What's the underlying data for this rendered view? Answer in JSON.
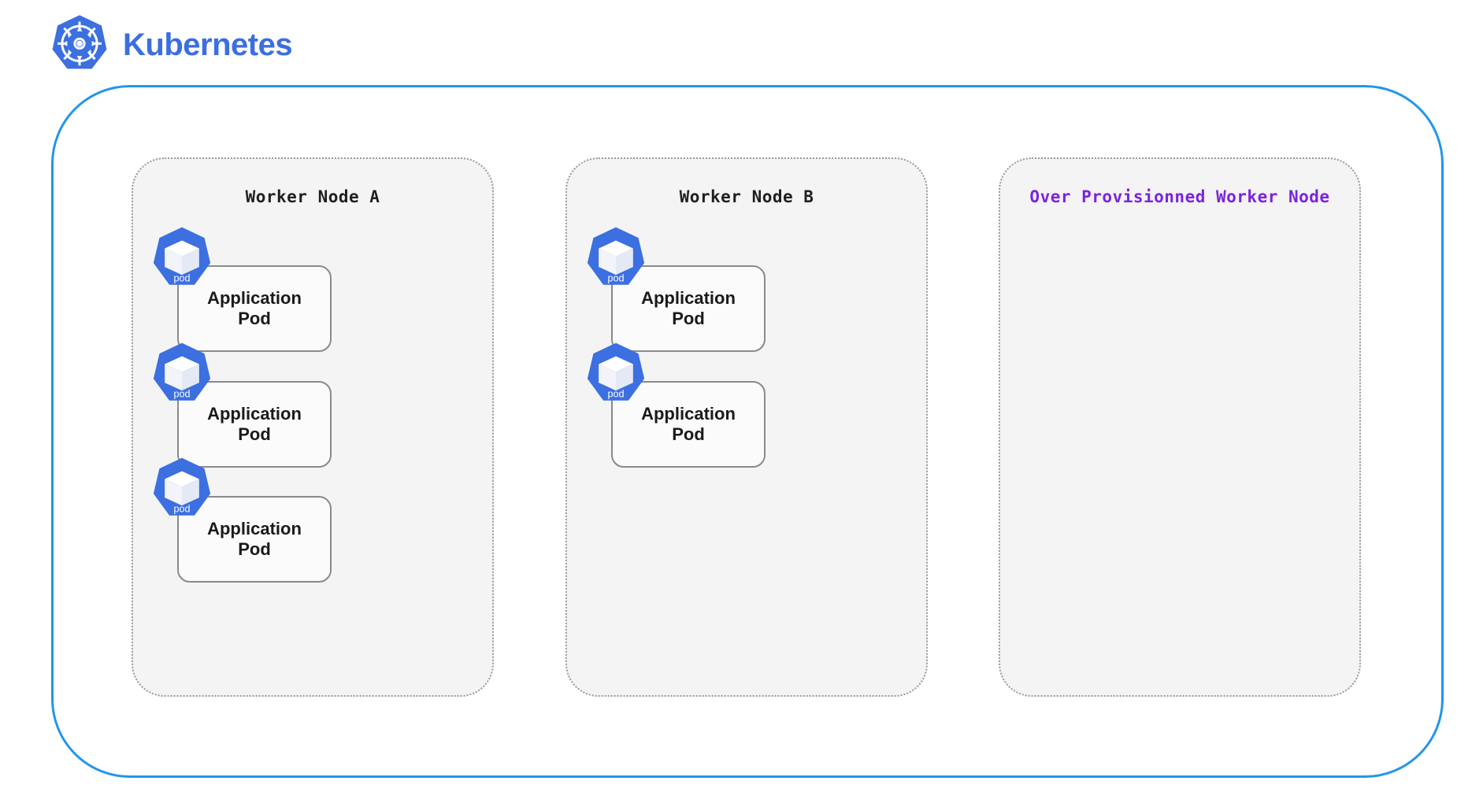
{
  "brand": {
    "title": "Kubernetes",
    "logo_icon": "kubernetes-helm-wheel-icon",
    "logo_color": "#3b6fe0",
    "title_color": "#3b6fe0"
  },
  "cluster": {
    "name": "kubernetes-cluster-boundary",
    "border_color": "#2196e8"
  },
  "nodes": [
    {
      "id": "worker-node-a",
      "title": "Worker Node A",
      "title_color": "#1f1f1f",
      "fill": "#f4f4f4",
      "border_color": "#9b9b9b",
      "pods": [
        {
          "label": "Application Pod",
          "badge_label": "pod",
          "badge_color": "#3c6fe0",
          "icon": "pod-cube-icon"
        },
        {
          "label": "Application Pod",
          "badge_label": "pod",
          "badge_color": "#3c6fe0",
          "icon": "pod-cube-icon"
        },
        {
          "label": "Application Pod",
          "badge_label": "pod",
          "badge_color": "#3c6fe0",
          "icon": "pod-cube-icon"
        }
      ]
    },
    {
      "id": "worker-node-b",
      "title": "Worker Node B",
      "title_color": "#1f1f1f",
      "fill": "#f4f4f4",
      "border_color": "#9b9b9b",
      "pods": [
        {
          "label": "Application Pod",
          "badge_label": "pod",
          "badge_color": "#3c6fe0",
          "icon": "pod-cube-icon"
        },
        {
          "label": "Application Pod",
          "badge_label": "pod",
          "badge_color": "#3c6fe0",
          "icon": "pod-cube-icon"
        }
      ]
    },
    {
      "id": "over-provisionned-worker-node",
      "title": "Over Provisionned Worker Node",
      "title_color": "#7c22e0",
      "fill": "#f4f4f4",
      "border_color": "#9b9b9b",
      "pods": []
    }
  ]
}
